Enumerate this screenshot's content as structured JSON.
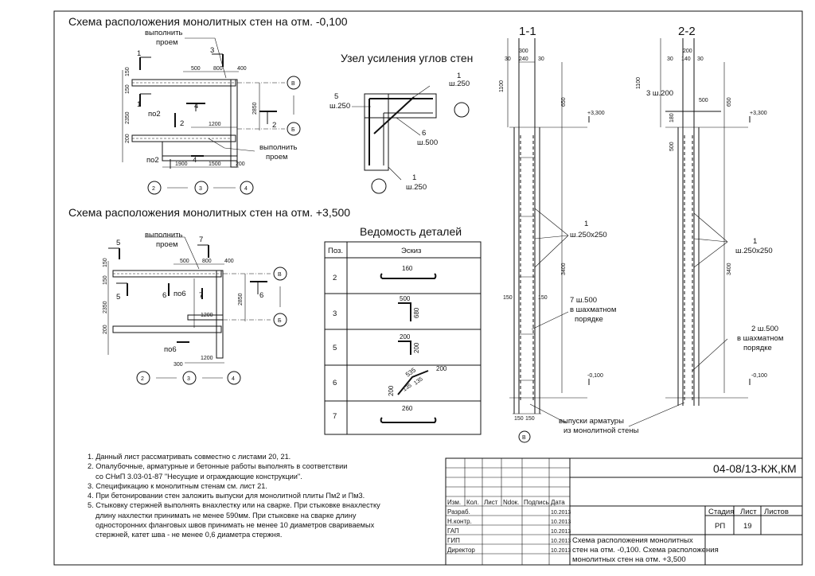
{
  "titles": {
    "plan1": "Схема расположения монолитных стен на отм. -0,100",
    "plan2": "Схема расположения монолитных стен на отм. +3,500",
    "node": "Узел усиления углов стен",
    "schedule": "Ведомость деталей",
    "sec1": "1-1",
    "sec2": "2-2"
  },
  "plan1": {
    "opening_top": [
      "выполнить",
      "проем"
    ],
    "opening_bot": [
      "выполнить",
      "проем"
    ],
    "marks": [
      "1",
      "1",
      "3",
      "2",
      "2",
      "4",
      "4",
      "по2",
      "по2"
    ],
    "dims_top": [
      "500",
      "800",
      "400"
    ],
    "dims_left": [
      "150",
      "2350",
      "150",
      "200"
    ],
    "dims_mid": [
      "1200",
      "2850"
    ],
    "dims_bot": [
      "1900",
      "1500",
      "200"
    ],
    "axes": [
      "В",
      "Б",
      "2",
      "3",
      "4"
    ]
  },
  "plan2": {
    "opening": [
      "выполнить",
      "проем"
    ],
    "marks": [
      "5",
      "5",
      "7",
      "6",
      "6",
      "7",
      "по6",
      "по6"
    ],
    "dims_top": [
      "500",
      "800",
      "400"
    ],
    "dims_left": [
      "150",
      "2350",
      "150",
      "200"
    ],
    "dims_mid": [
      "1200",
      "2850"
    ],
    "dims_bot": [
      "300",
      "1200"
    ],
    "axes": [
      "В",
      "Б",
      "2",
      "3",
      "4"
    ]
  },
  "node": {
    "labels": [
      "1",
      "ш.250",
      "5",
      "ш.250",
      "6",
      "ш.500",
      "1",
      "ш.250"
    ]
  },
  "schedule": {
    "col_pos": "Поз.",
    "col_sketch": "Эскиз",
    "rows": [
      {
        "pos": "2",
        "dims": [
          "160"
        ]
      },
      {
        "pos": "3",
        "dims": [
          "500",
          "680"
        ]
      },
      {
        "pos": "5",
        "dims": [
          "200",
          "200"
        ]
      },
      {
        "pos": "6",
        "dims": [
          "200",
          "535",
          "200",
          "135",
          "135"
        ]
      },
      {
        "pos": "7",
        "dims": [
          "260"
        ]
      }
    ]
  },
  "section1": {
    "top_dims": [
      "300",
      "30",
      "240",
      "30"
    ],
    "side_dims": [
      "1100",
      "650",
      "3400"
    ],
    "levels": [
      "+3,300",
      "-0,100"
    ],
    "labels": [
      "1",
      "ш.250х250",
      "7 ш.500",
      "в шахматном",
      "порядке"
    ],
    "bot_dims": [
      "150",
      "150"
    ],
    "side150": [
      "150",
      "150"
    ],
    "axis": "В"
  },
  "section2": {
    "top_dims": [
      "200",
      "30",
      "140",
      "30"
    ],
    "side_dims": [
      "1100",
      "650",
      "3400",
      "500",
      "180"
    ],
    "levels": [
      "+3,300",
      "-0,100"
    ],
    "labels": [
      "3 ш.200",
      "500",
      "1",
      "ш.250х250",
      "2 ш.500",
      "в шахматном",
      "порядке"
    ]
  },
  "outlet_label": [
    "выпуски арматуры",
    "из монолитной стены"
  ],
  "notes": [
    "1. Данный лист рассматривать совместно с листами 20, 21.",
    "2. Опалубочные, арматурные и бетонные работы выполнять в соответствии",
    "со СНиП 3.03-01-87 \"Несущие и ограждающие конструкции\".",
    "3. Спецификацию к монолитным стенам см. лист 21.",
    "4. При бетонировании стен заложить выпуски для монолитной плиты Пм2 и Пм3.",
    "5. Стыковку стержней выполнять внахлестку или на сварке. При стыковке внахлестку",
    "длину нахлестки принимать не менее 590мм. При стыковке на сварке длину",
    "односторонних фланговых швов принимать не менее 10 диаметров свариваемых",
    "стержней, катет шва - не менее 0,6 диаметра стержня."
  ],
  "stamp": {
    "code": "04-08/13-КЖ,КМ",
    "headers": [
      "Изм.",
      "Кол.",
      "Лист",
      "Ndок.",
      "Подпись",
      "Дата"
    ],
    "roles": [
      "Разраб.",
      "Н.контр.",
      "ГАП",
      "ГИП",
      "Директор"
    ],
    "dates": [
      "10.2013",
      "10.2013",
      "10.2013",
      "10.2013",
      "10.2013"
    ],
    "title": [
      "Схема расположения монолитных",
      "стен на отм. -0,100. Схема расположения",
      "монолитных стен на отм. +3,500"
    ],
    "stage_hdr": [
      "Стадия",
      "Лист",
      "Листов"
    ],
    "stage": "РП",
    "sheet": "19",
    "sheets": ""
  }
}
